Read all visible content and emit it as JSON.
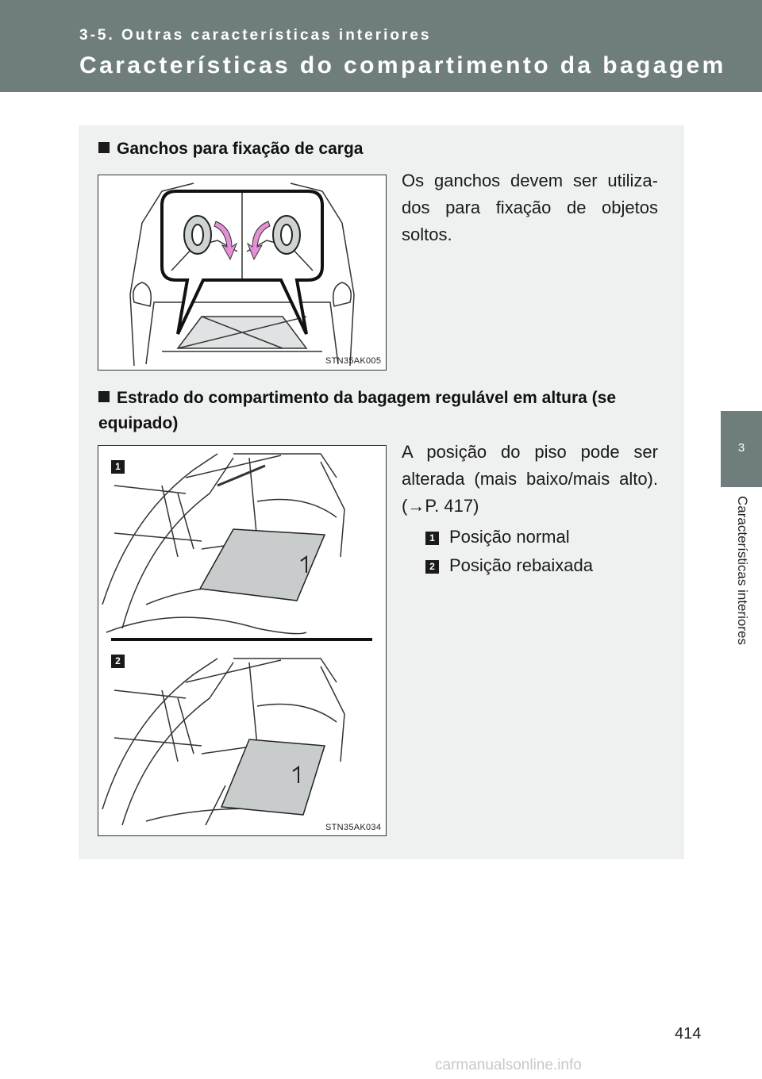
{
  "header": {
    "section": "3-5. Outras características interiores",
    "title": "Características do compartimento da bagagem"
  },
  "side_tab": {
    "number": "3",
    "label": "Características interiores"
  },
  "sections": [
    {
      "heading": "Ganchos para fixação de carga",
      "text": "Os ganchos devem ser utiliza- dos para fixação de objetos soltos.",
      "figure_code": "STN35AK005"
    },
    {
      "heading": "Estrado do compartimento da bagagem regulável em altura (se equipado)",
      "text": "A posição do piso pode ser alterada (mais baixo/mais alto). (→P. 417)",
      "figure_code": "STN35AK034",
      "legend": [
        {
          "num": "1",
          "label": "Posição normal"
        },
        {
          "num": "2",
          "label": "Posição rebaixada"
        }
      ]
    }
  ],
  "page_number": "414",
  "watermark": "carmanualsonline.info",
  "colors": {
    "header": "#6f7e7c",
    "panel": "#eff0f0",
    "hook_arrow": "#e48fd6"
  }
}
